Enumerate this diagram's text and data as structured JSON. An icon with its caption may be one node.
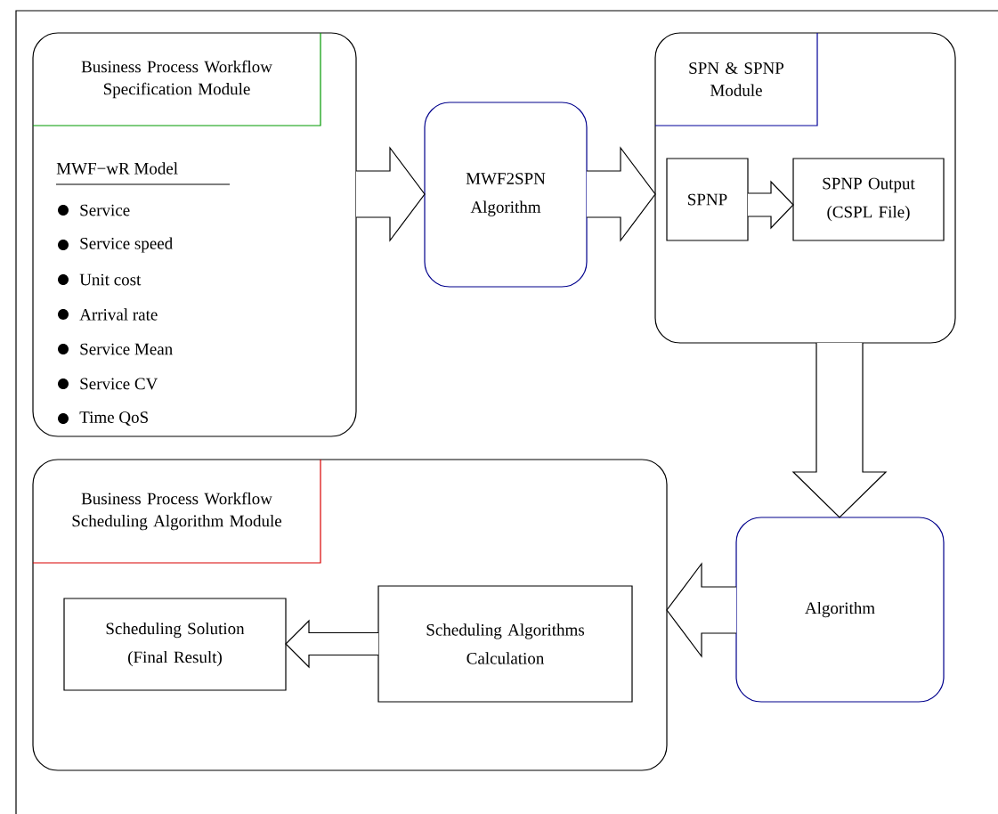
{
  "diagram": {
    "nodes": [
      {
        "text": [
          "Business Process Workflow Specification Module",
          "MWF−wR Model",
          "Service",
          "Service speed",
          "Unit cost",
          "Arrival rate",
          "Service Mean",
          "Service CV",
          "Time QoS"
        ]
      },
      {
        "text": [
          "MWF2SPN Algorithm"
        ]
      },
      {
        "text": [
          "SPN & SPNP Module"
        ]
      },
      {
        "text": [
          "SPNP"
        ],
        "in": 2
      },
      {
        "text": [
          "SPNP Output (CSPL File)"
        ],
        "in": 2
      },
      {
        "text": [
          "Algorithm"
        ]
      },
      {
        "text": [
          "Business Process Workflow Scheduling Algorithm Module"
        ]
      },
      {
        "text": [
          "Scheduling Algorithms Calculation"
        ],
        "in": 6
      },
      {
        "text": [
          "Scheduling Solution (Final Result)"
        ],
        "in": 6
      }
    ],
    "edges": [
      {
        "from": 0,
        "to": 1,
        "arrow": "to"
      },
      {
        "from": 1,
        "to": 2,
        "arrow": "to"
      },
      {
        "from": 3,
        "to": 4,
        "arrow": "to"
      },
      {
        "from": 2,
        "to": 5,
        "arrow": "to"
      },
      {
        "from": 5,
        "to": 6,
        "arrow": "to"
      },
      {
        "from": 7,
        "to": 8,
        "arrow": "to"
      }
    ]
  }
}
